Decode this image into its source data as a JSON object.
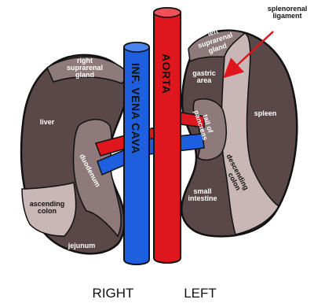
{
  "diagram": {
    "colors": {
      "kidney_dark": "#5a4848",
      "kidney_light": "#c9b6b6",
      "kidney_mid": "#8e7a7a",
      "aorta": "#e0161e",
      "vena_cava": "#1e5fe0",
      "arrow": "#e0161e",
      "outline": "#111111"
    },
    "vessels": {
      "aorta": "AORTA",
      "vena_cava": "INF. VENA CAVA"
    },
    "sides": {
      "right": "RIGHT",
      "left": "LEFT"
    },
    "callout": {
      "line1": "splenorenal",
      "line2": "ligament"
    },
    "right_kidney": {
      "suprarenal": [
        "right",
        "suprarenal",
        "gland"
      ],
      "liver": "liver",
      "duodenum": "duodenum",
      "ascending_colon": [
        "ascending",
        "colon"
      ],
      "jejunum": "jejunum"
    },
    "left_kidney": {
      "suprarenal": [
        "left",
        "suprarenal",
        "gland"
      ],
      "gastric": [
        "gastric",
        "area"
      ],
      "pancreas": [
        "tail of",
        "pancreas"
      ],
      "spleen": "spleen",
      "descending_colon": [
        "descending",
        "colon"
      ],
      "small_intestine": [
        "small",
        "intestine"
      ]
    }
  }
}
